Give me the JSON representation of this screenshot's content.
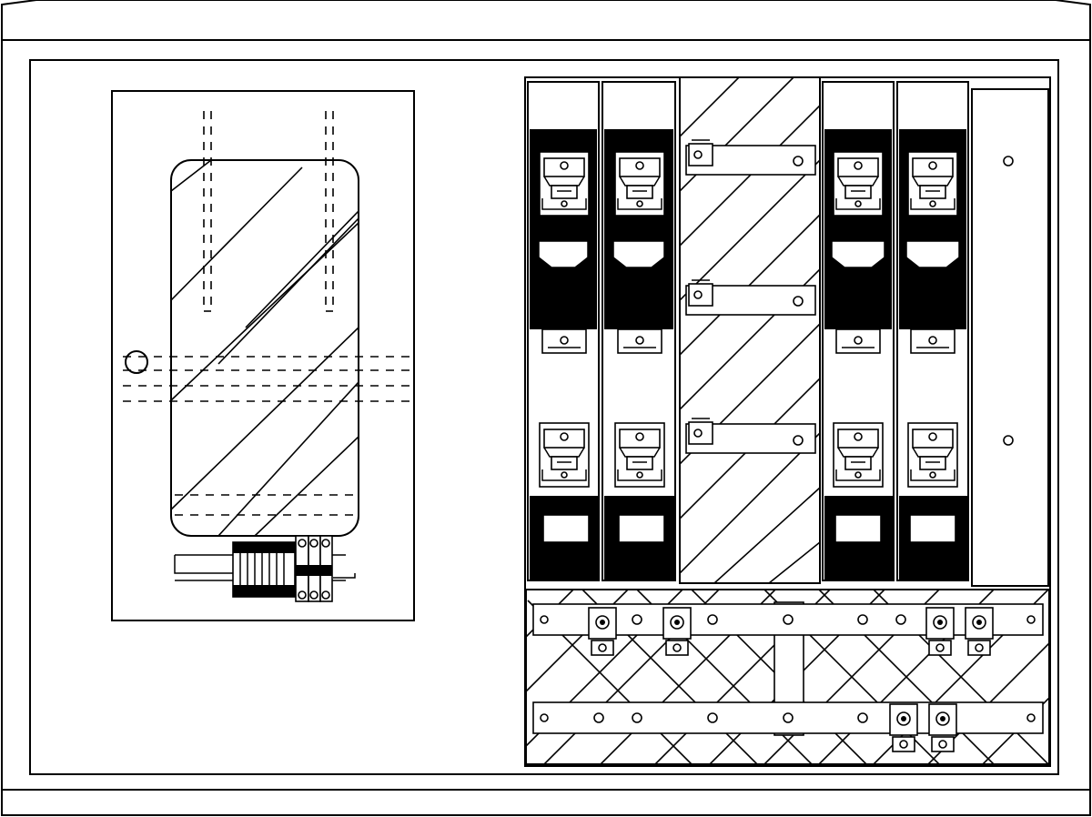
{
  "drawing": {
    "subject": "enclosure-front-view",
    "left_section": {
      "meter_panel": {
        "window": "hatched-viewing-window",
        "lock": "round-lock"
      },
      "terminal_strip": {
        "breakers": 3
      }
    },
    "right_section": {
      "fuse_columns": 4,
      "fuse_rows_per_column": 2,
      "separator_panel": "hatched",
      "side_cover": "blank-cover",
      "busbar_area": {
        "busbars": 2,
        "clamps_upper": 4,
        "clamps_lower": 2
      }
    }
  },
  "colors": {
    "line": "#000000",
    "background": "#ffffff"
  }
}
